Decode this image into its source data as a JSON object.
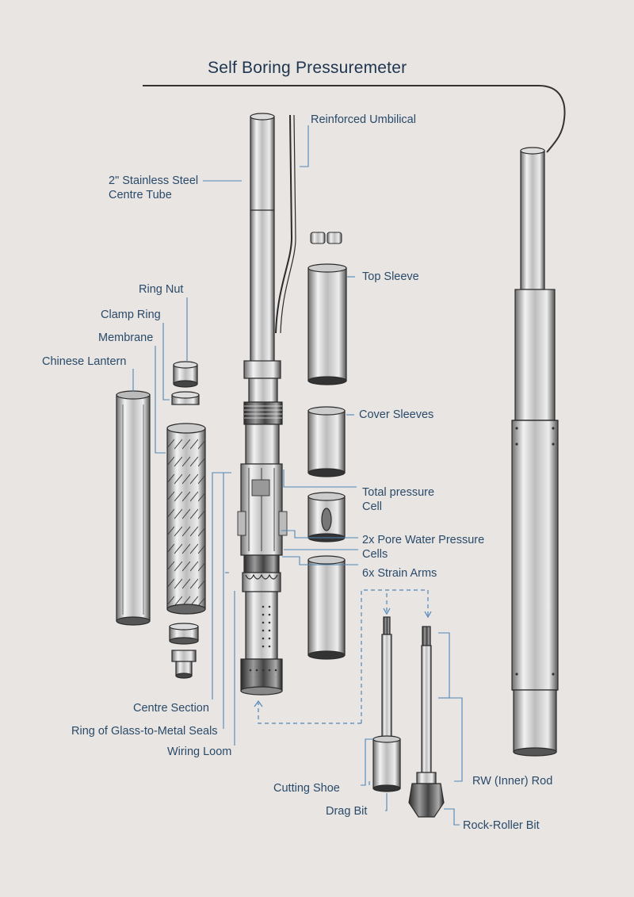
{
  "title": "Self Boring Pressuremeter",
  "colors": {
    "label": "#2a4a6a",
    "leader": "#4f86b8",
    "ink": "#2b2b2b",
    "background": "#e8e5e2"
  },
  "labels": {
    "umbilical": "Reinforced Umbilical",
    "centre_tube_1": "2\" Stainless Steel",
    "centre_tube_2": "Centre Tube",
    "top_sleeve": "Top Sleeve",
    "ring_nut": "Ring Nut",
    "clamp_ring": "Clamp Ring",
    "membrane": "Membrane",
    "chinese_lantern": "Chinese Lantern",
    "cover_sleeves": "Cover Sleeves",
    "total_pressure_1": "Total pressure",
    "total_pressure_2": "Cell",
    "pore_water_1": "2x Pore Water Pressure",
    "pore_water_2": "Cells",
    "strain_arms": "6x Strain Arms",
    "centre_section": "Centre Section",
    "glass_seals": "Ring of Glass-to-Metal Seals",
    "wiring_loom": "Wiring Loom",
    "cutting_shoe": "Cutting Shoe",
    "drag_bit": "Drag Bit",
    "inner_rod": "RW (Inner) Rod",
    "roller_bit": "Rock-Roller Bit"
  }
}
